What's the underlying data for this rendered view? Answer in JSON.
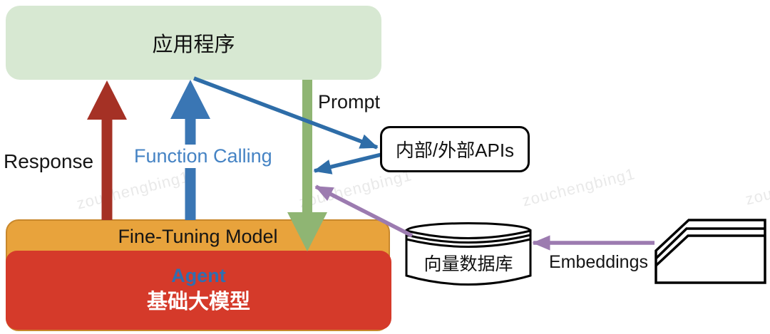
{
  "watermark": {
    "text": "zouchengbing1",
    "color": "#E9E9E9"
  },
  "nodes": {
    "application": {
      "label": "应用程序",
      "fill": "#D7E8D2"
    },
    "apis": {
      "label": "内部/外部APIs",
      "fill": "#FFFFFF"
    },
    "fine_tuning": {
      "label": "Fine-Tuning Model",
      "fill": "#E8A33C"
    },
    "agent": {
      "title": "Agent",
      "subtitle": "基础大模型",
      "fill": "#D53A2A",
      "title_color": "#306EB0"
    },
    "vector_db": {
      "label": "向量数据库",
      "fill": "#FFFFFF"
    },
    "documents": {
      "fill": "#FFFFFF"
    }
  },
  "edges": {
    "response": {
      "label": "Response",
      "color": "#A53125"
    },
    "function_calling": {
      "label": "Function Calling",
      "color": "#3A76B4",
      "label_color": "#4583C4"
    },
    "prompt": {
      "label": "Prompt",
      "color": "#8FB573"
    },
    "api_request": {
      "color": "#2E6DA8"
    },
    "api_response": {
      "color": "#2E6DA8"
    },
    "retrieval": {
      "color": "#9C7BB0"
    },
    "embeddings": {
      "label": "Embeddings",
      "color": "#9C7BB0"
    }
  }
}
